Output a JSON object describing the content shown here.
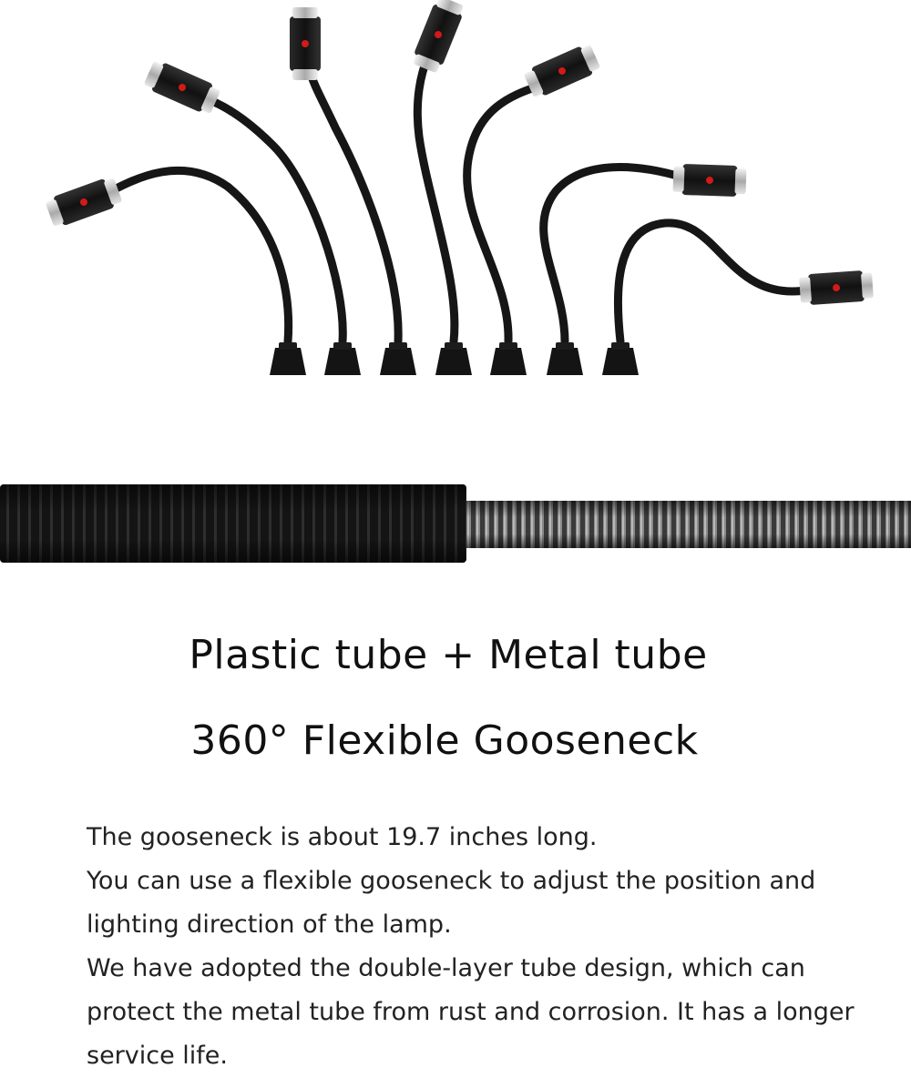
{
  "headline": {
    "line1": "Plastic tube + Metal tube",
    "line2": "360° Flexible Gooseneck"
  },
  "description": {
    "line1": "The gooseneck is about 19.7 inches long.",
    "line2": "You can use a flexible gooseneck to adjust the position and lighting direction of the lamp.",
    "line3": "We have adopted the double-layer tube design, which can protect the metal tube from rust and corrosion. It has a longer service life."
  },
  "images": {
    "lamps": "seven-gooseneck-lamps-illustration",
    "tube": "plastic-and-metal-tube-closeup"
  },
  "colors": {
    "lamp_body": "#161616",
    "lamp_cap": "#cfcfcf",
    "led_dot": "#d11a1a",
    "plastic_tube": "#141414",
    "metal_tube": "#5c5c5c"
  }
}
